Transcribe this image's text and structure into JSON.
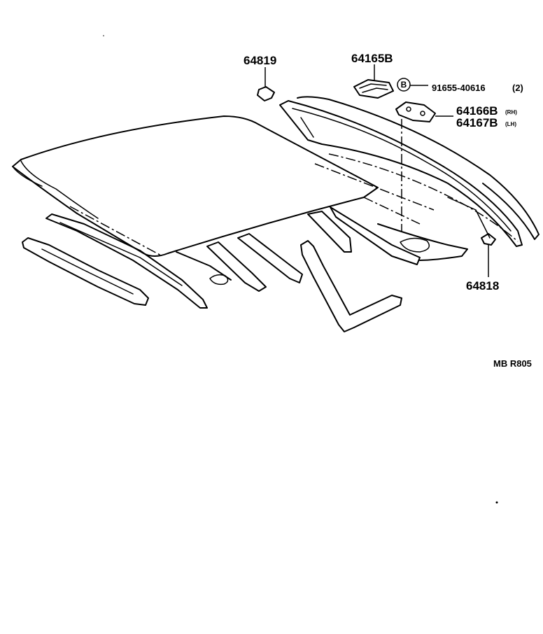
{
  "labels": {
    "p64819": "64819",
    "p64165B": "64165B",
    "p91655": "91655-40616",
    "p91655_qty": "(2)",
    "p91655_marker": "B",
    "p64166B": "64166B",
    "p64166B_side": "(RH)",
    "p64167B": "64167B",
    "p64167B_side": "(LH)",
    "p64818": "64818",
    "code": "MB R805"
  }
}
